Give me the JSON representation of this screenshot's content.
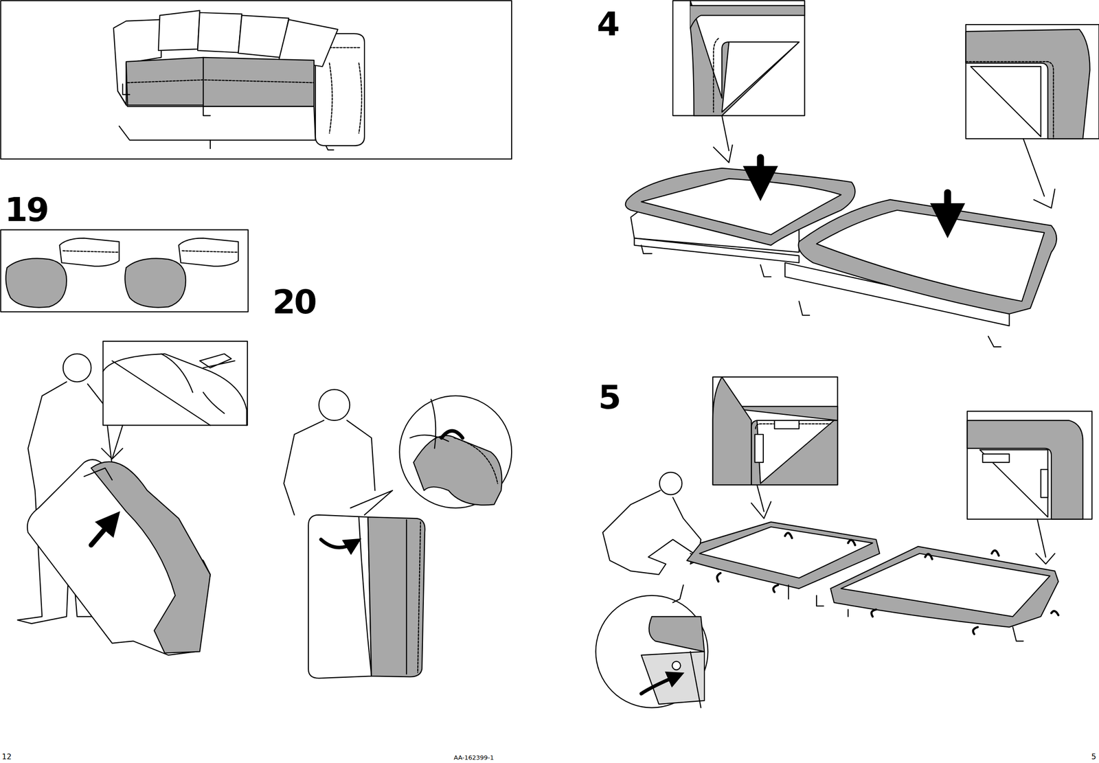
{
  "diagram": {
    "labels": [
      "19",
      "20",
      "12",
      "AA-162399-1",
      "4",
      "5",
      "5"
    ]
  }
}
